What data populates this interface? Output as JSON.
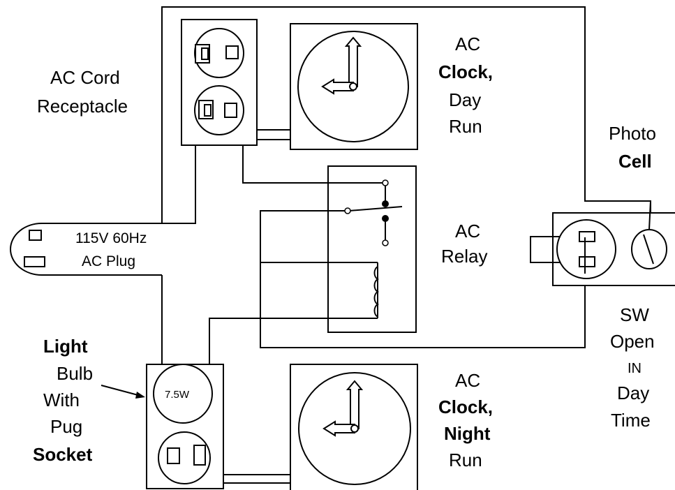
{
  "labels": {
    "ac_cord": [
      "AC Cord",
      "Receptacle"
    ],
    "clock_day": {
      "l1": "AC",
      "l2": "Clock,",
      "l3": "Day",
      "l4": "Run"
    },
    "clock_night": {
      "l1": "AC",
      "l2": "Clock,",
      "l3": "Night",
      "l4": "Run"
    },
    "photo_cell": {
      "l1": "Photo",
      "l2": "Cell"
    },
    "relay": {
      "l1": "AC",
      "l2": "Relay"
    },
    "plug": {
      "l1": "115V 60Hz",
      "l2": "AC Plug"
    },
    "bulb": {
      "l1": "Light",
      "l2": "Bulb",
      "l3": "With",
      "l4": "Pug",
      "l5": "Socket",
      "wattage": "7.5W"
    },
    "sw_note": {
      "l1": "SW",
      "l2": "Open",
      "l3": "IN",
      "l4": "Day",
      "l5": "Time"
    }
  }
}
